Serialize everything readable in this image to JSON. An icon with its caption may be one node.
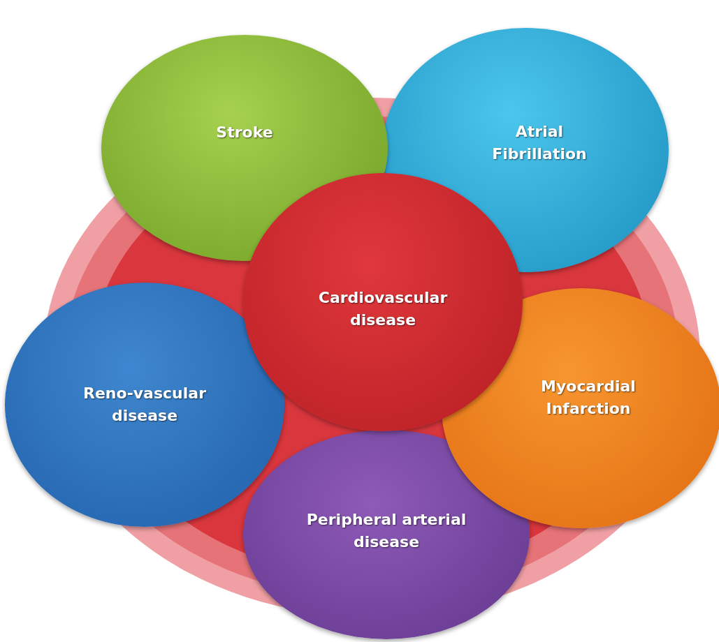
{
  "diagram": {
    "nodes": [
      {
        "text": [
          "Stroke"
        ]
      },
      {
        "text": [
          "Atrial Fibrillation"
        ]
      },
      {
        "text": [
          "Cardiovascular disease"
        ]
      },
      {
        "text": [
          "Myocardial Infarction"
        ]
      },
      {
        "text": [
          "Reno-vascular disease"
        ]
      },
      {
        "text": [
          "Peripheral arterial disease"
        ]
      }
    ]
  }
}
